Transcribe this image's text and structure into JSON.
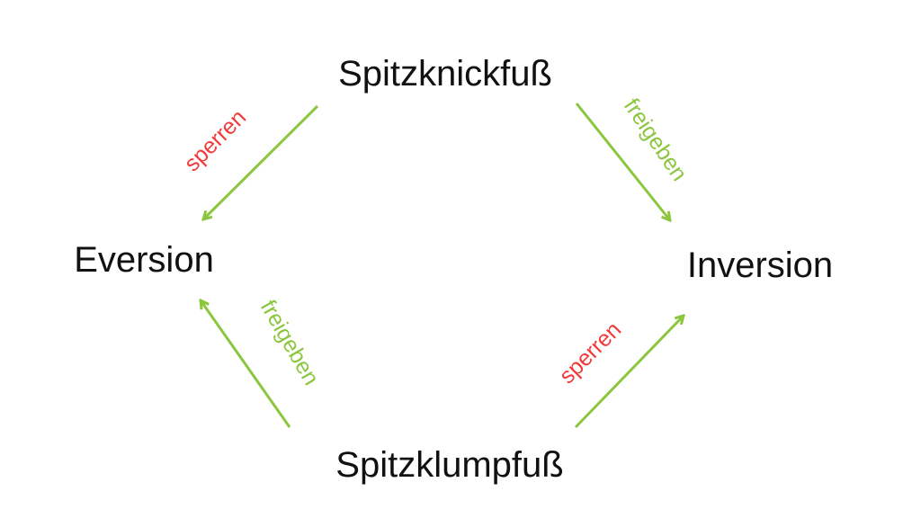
{
  "nodes": {
    "top": "Spitzknickfuß",
    "left": "Eversion",
    "right": "Inversion",
    "bottom": "Spitzklumpfuß"
  },
  "edges": {
    "top_left": "sperren",
    "top_right": "freigeben",
    "bottom_left": "freigeben",
    "bottom_right": "sperren"
  },
  "colors": {
    "arrow": "#8cc63f",
    "sperren": "#f23a3a",
    "freigeben": "#8cc63f",
    "text": "#111111"
  }
}
